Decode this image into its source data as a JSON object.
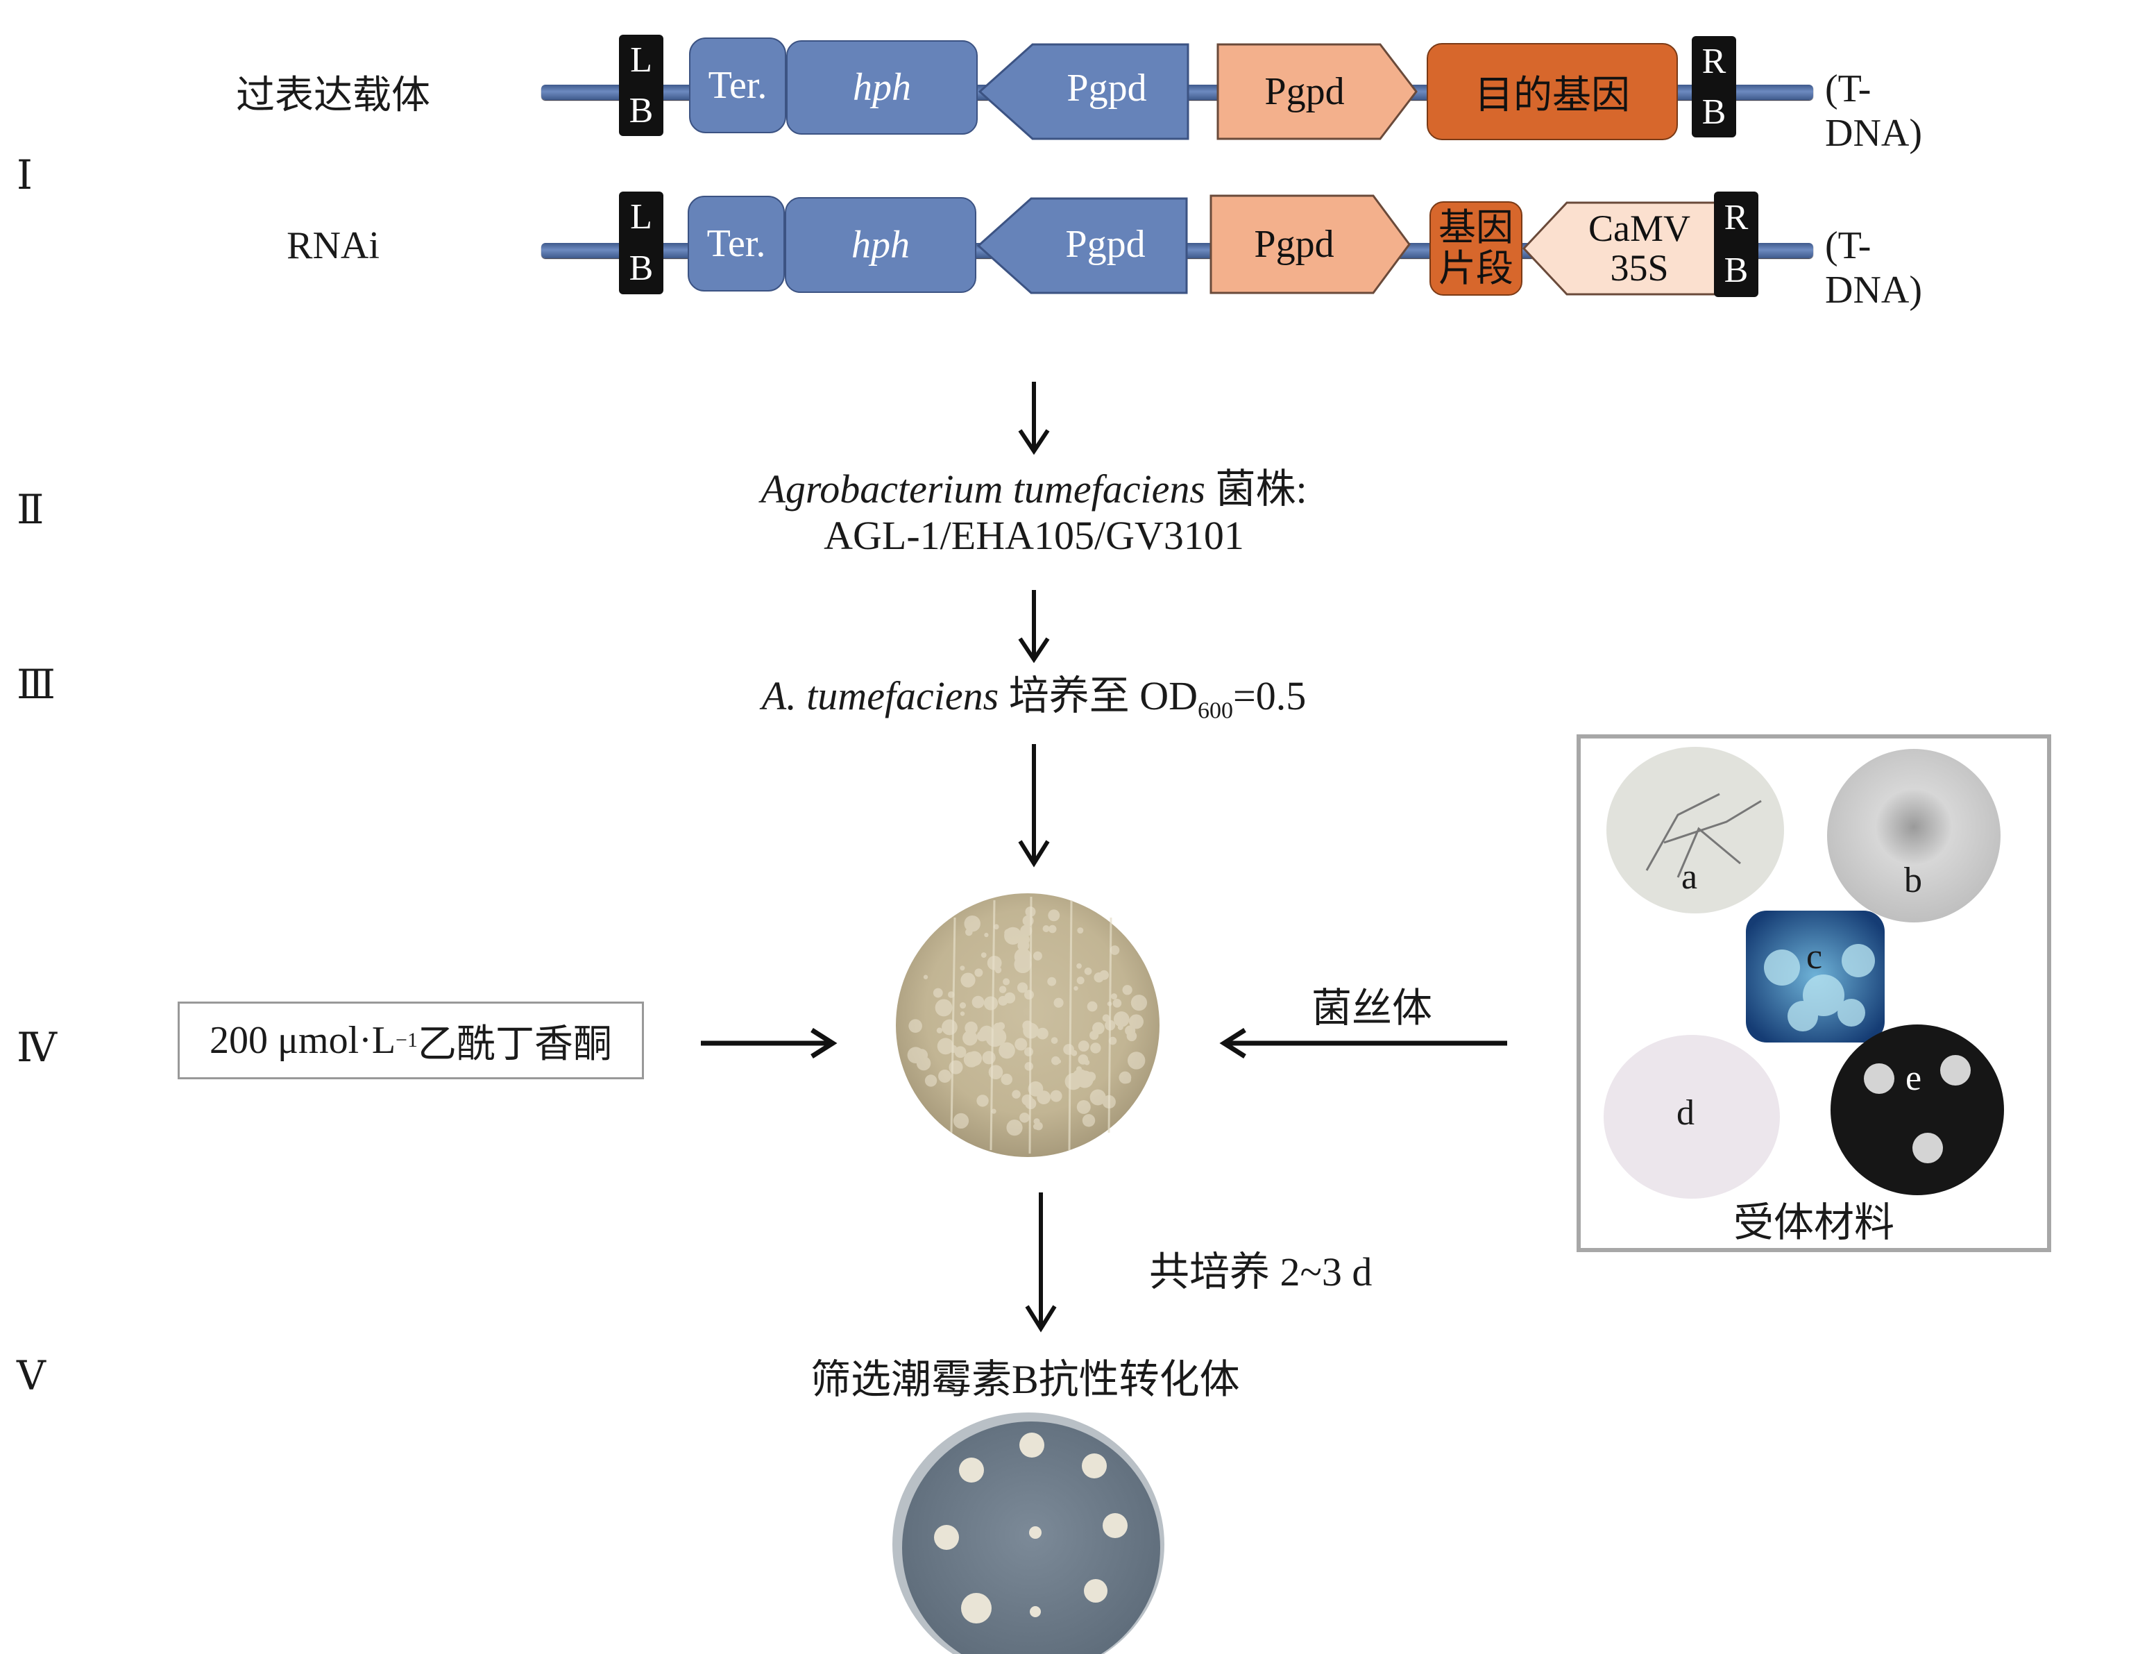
{
  "steps": {
    "I": "Ⅰ",
    "II": "Ⅱ",
    "III": "Ⅲ",
    "IV": "Ⅳ",
    "V": "Ⅴ"
  },
  "constructs": {
    "overexpression": {
      "label": "过表达载体",
      "lb_top": "L",
      "lb_bottom": "B",
      "ter": "Ter.",
      "hph": "hph",
      "pgpd_rev": "Pgpd",
      "pgpd_fwd": "Pgpd",
      "gene": "目的基因",
      "rb_top": "R",
      "rb_bottom": "B",
      "tdna": "(T-DNA)"
    },
    "rnai": {
      "label": "RNAi",
      "lb_top": "L",
      "lb_bottom": "B",
      "ter": "Ter.",
      "hph": "hph",
      "pgpd_rev": "Pgpd",
      "pgpd_fwd": "Pgpd",
      "fragment_line1": "基因",
      "fragment_line2": "片段",
      "camv_line1": "CaMV",
      "camv_line2": "35S",
      "rb_top": "R",
      "rb_bottom": "B",
      "tdna": "(T-DNA)"
    }
  },
  "strain": {
    "species": "Agrobacterium tumefaciens",
    "suffix": " 菌株:",
    "strains": "AGL-1/EHA105/GV3101"
  },
  "culture": {
    "species": "A. tumefaciens",
    "text": " 培养至 OD",
    "subscript": "600",
    "value": "=0.5"
  },
  "inducer": {
    "prefix": "200 μmol·L",
    "superscript": "−1",
    "compound": " 乙酰丁香酮"
  },
  "mycelium_label": "菌丝体",
  "cocultivation": "共培养 2~3 d",
  "selection": "筛选潮霉素B抗性转化体",
  "recipient_panel": {
    "title": "受体材料",
    "labels": [
      "a",
      "b",
      "c",
      "d",
      "e"
    ]
  },
  "colors": {
    "blue_module": "#6683b9",
    "peach_module": "#f3b08c",
    "light_peach_module": "#fbe0cf",
    "orange_module": "#d7672c",
    "backbone": "#4a6498",
    "border_block": "#111111"
  }
}
